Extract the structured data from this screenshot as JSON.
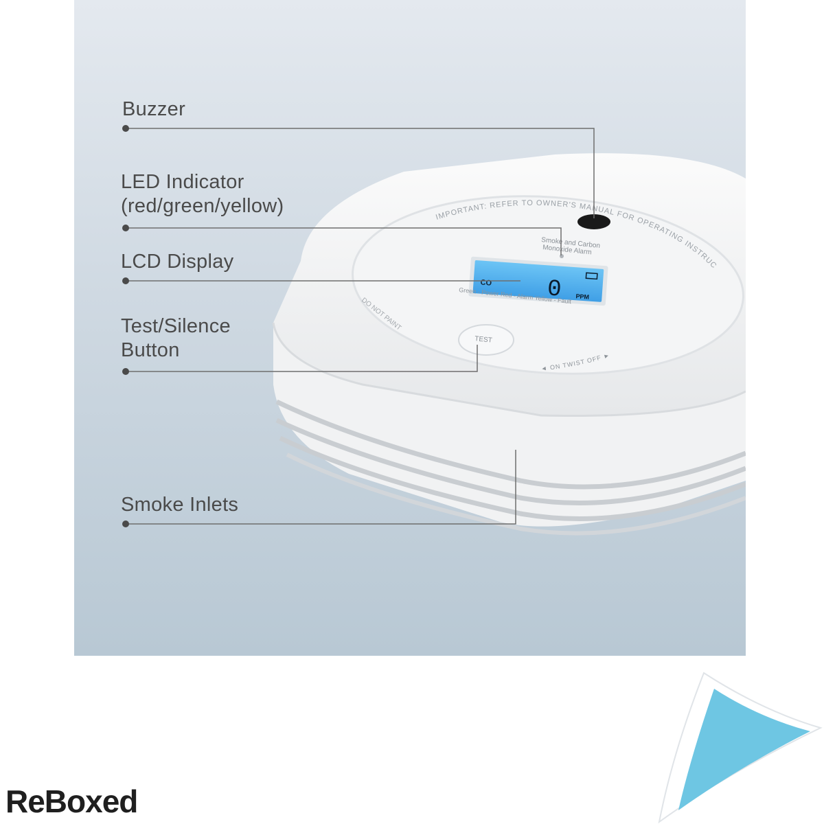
{
  "callouts": {
    "buzzer": "Buzzer",
    "led_line1": "LED Indicator",
    "led_line2": "(red/green/yellow)",
    "lcd": "LCD Display",
    "test_line1": "Test/Silence",
    "test_line2": "Button",
    "smoke": "Smoke Inlets"
  },
  "device": {
    "ring_text": "IMPORTANT: REFER TO OWNER'S MANUAL FOR OPERATING INSTRUCTIONS",
    "model_line1": "Smoke and Carbon",
    "model_line2": "Monoxide Alarm",
    "lcd_gas": "CO",
    "lcd_reading": "0",
    "lcd_unit": "PPM",
    "led_legend": "Green - Power   Red - Alarm   Yellow - Fault",
    "paint_warning": "DO NOT PAINT",
    "button_label": "TEST",
    "twist_text": "◄ ON  TWIST  OFF ►"
  },
  "brand": {
    "logo_text": "ReBoxed"
  },
  "colors": {
    "lcd_blue": "#4fb0ee",
    "corner_blue": "#6ec6e3",
    "label_gray": "#4a4a4a"
  }
}
